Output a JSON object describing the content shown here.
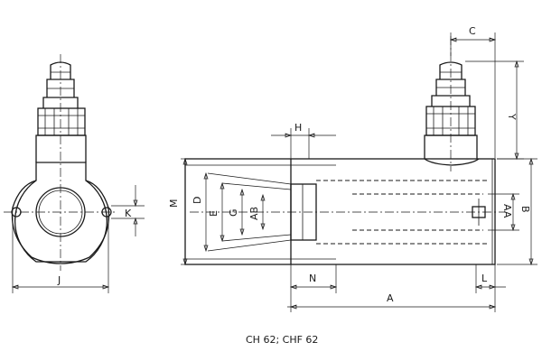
{
  "caption": "CH 62; CHF 62",
  "dims": {
    "A": "A",
    "AA": "AA",
    "AB": "AB",
    "B": "B",
    "C": "C",
    "D": "D",
    "E": "E",
    "G": "G",
    "H": "H",
    "J": "J",
    "K": "K",
    "L": "L",
    "M": "M",
    "N": "N",
    "Y": "Y"
  }
}
